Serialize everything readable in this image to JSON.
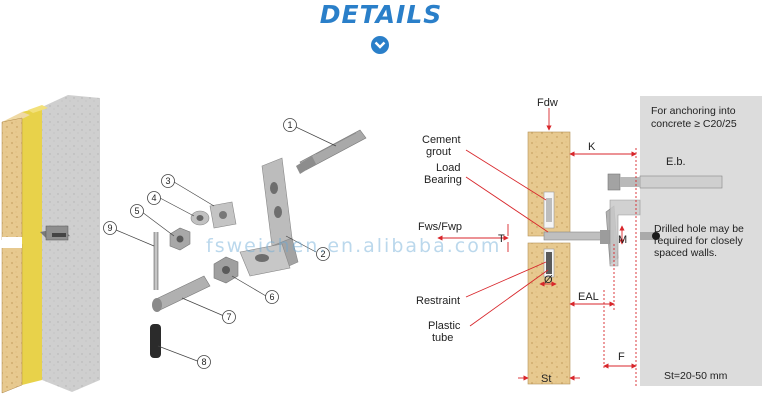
{
  "header": {
    "title": "DETAILS",
    "chevron_icon": "chevron-down-icon",
    "accent_color": "#2a7fc9"
  },
  "watermark": "fsweichen.en.alibaba.com",
  "parts": [
    {
      "num": "1"
    },
    {
      "num": "2"
    },
    {
      "num": "3"
    },
    {
      "num": "4"
    },
    {
      "num": "5"
    },
    {
      "num": "6"
    },
    {
      "num": "7"
    },
    {
      "num": "8"
    },
    {
      "num": "9"
    }
  ],
  "diagram": {
    "fdw": "Fdw",
    "cement_grout": [
      "Cement",
      "grout"
    ],
    "load_bearing": [
      "Load",
      "Bearing"
    ],
    "fws_fwp": "Fws/Fwp",
    "restraint": "Restraint",
    "plastic_tube": [
      "Plastic",
      "tube"
    ],
    "k": "K",
    "eb": "E.b.",
    "t": "T",
    "dia": "Ø",
    "m": "M",
    "eal": "EAL",
    "f": "F",
    "st": "St",
    "anchoring_note": [
      "For anchoring into",
      "concrete ≥ C20/25"
    ],
    "drilled_note": [
      "Drilled hole may be",
      "required for closely",
      "spaced walls."
    ],
    "st_range": "St=20-50 mm"
  }
}
